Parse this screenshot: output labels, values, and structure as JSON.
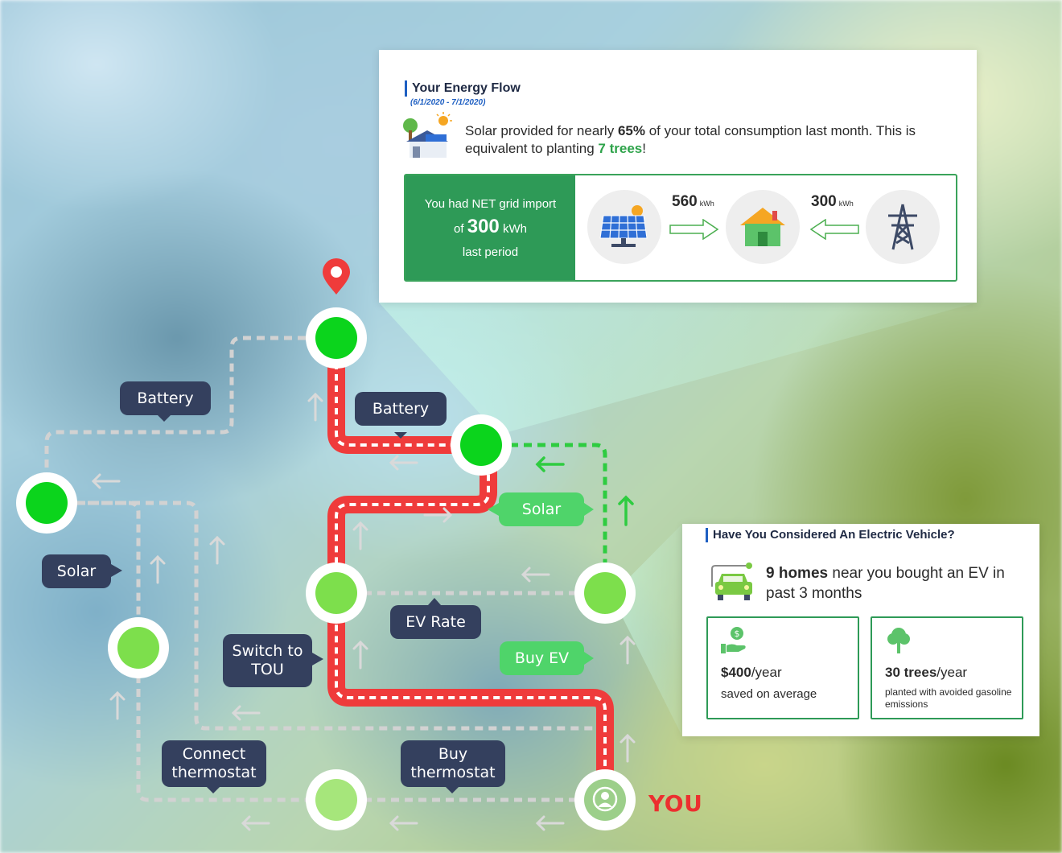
{
  "energy_flow": {
    "title": "Your Energy Flow",
    "date_range": "(6/1/2020 - 7/1/2020)",
    "summary_prefix": "Solar provided for nearly ",
    "summary_percent": "65%",
    "summary_middle": " of your total consumption last month. This is equivalent to planting ",
    "summary_trees": "7 trees",
    "summary_suffix": "!",
    "net_line1": "You had NET grid import",
    "net_of": "of",
    "net_value": "300",
    "net_unit": "kWh",
    "net_line3": "last period",
    "solar_to_home_value": "560",
    "grid_to_home_value": "300",
    "flow_unit": "kWh"
  },
  "ev_panel": {
    "title": "Have You Considered An Electric Vehicle?",
    "homes_count": "9 homes",
    "homes_text": " near you bought an EV in past 3 months",
    "saved_value": "$400",
    "saved_unit": "/year",
    "saved_sub": "saved on average",
    "trees_value": "30 trees",
    "trees_unit": "/year",
    "trees_sub": "planted with avoided gasoline emissions"
  },
  "map": {
    "labels": {
      "battery_left": "Battery",
      "battery_right": "Battery",
      "solar_left": "Solar",
      "solar_right": "Solar",
      "ev_rate": "EV Rate",
      "switch_tou": "Switch to TOU",
      "buy_ev": "Buy EV",
      "connect_thermostat": "Connect thermostat",
      "buy_thermostat": "Buy thermostat"
    },
    "you_label": "YOU"
  },
  "colors": {
    "route_red": "#ef3b3b",
    "node_green_bright": "#0bd41c",
    "node_green_light": "#7ddf4c",
    "label_dark": "#34405e",
    "label_green": "#4fd46a",
    "panel_green": "#2e9a57",
    "accent_blue": "#1e5fc2"
  }
}
